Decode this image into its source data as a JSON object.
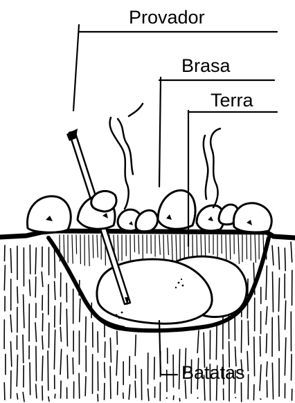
{
  "diagram": {
    "labels": {
      "provador": "Provador",
      "brasa": "Brasa",
      "terra": "Terra",
      "batatas": "Batatas"
    },
    "colors": {
      "ink": "#000000",
      "paper": "#ffffff",
      "shade": "#f2f2f2"
    }
  }
}
